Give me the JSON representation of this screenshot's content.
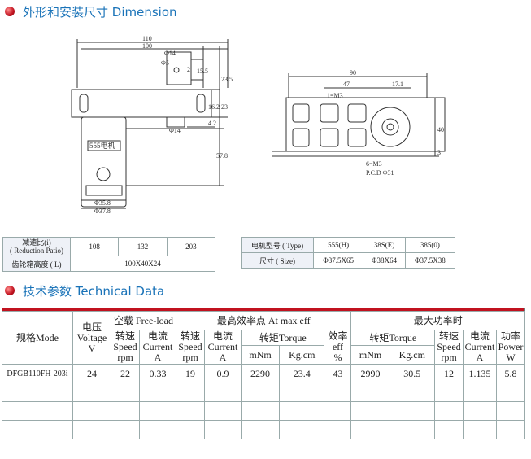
{
  "sections": {
    "dimension_title": "外形和安装尺寸 Dimension",
    "tech_title": "技术参数 Technical Data"
  },
  "left_drawing": {
    "dims": {
      "d110": "110",
      "d100": "100",
      "d14": "Φ14",
      "d5": "Φ5",
      "d2": "2",
      "d15_5": "15.5",
      "d23_5": "23.5",
      "d16_2": "16.2",
      "d23": "23",
      "d14b": "Φ14",
      "d4_2": "4.2",
      "d57_8": "57.8",
      "d35_8": "Φ35.8",
      "d37_8": "Φ37.8"
    },
    "motor_label": "555电机"
  },
  "right_drawing": {
    "dims": {
      "d90": "90",
      "d47": "47",
      "d17_1": "17.1",
      "m3_top": "1=M3",
      "d40": "40",
      "d3": "3",
      "m3_bottom": "6=M3",
      "pcd": "P.C.D Φ31"
    }
  },
  "ratio_table": {
    "row1_label": "减速比(i)",
    "row1_sub": "( Reduction Patio)",
    "values": [
      "108",
      "132",
      "203"
    ],
    "row2_label": "齿轮箱高度 ( L)",
    "row2_value": "100X40X24"
  },
  "motor_table": {
    "row1_label": "电机型号 ( Type)",
    "types": [
      "555(H)",
      "38S(E)",
      "385(0)"
    ],
    "row2_label": "尺寸 ( Size)",
    "sizes": [
      "Φ37.5X65",
      "Φ38X64",
      "Φ37.5X38"
    ]
  },
  "tech_table": {
    "model_header": "规格Mode",
    "voltage": [
      "电压",
      "Voltage",
      "V"
    ],
    "free_load": "空载 Free-load",
    "max_eff": "最高效率点 At max eff",
    "max_power": "最大功率时",
    "speed": [
      "转速",
      "Speed",
      "rpm"
    ],
    "current": [
      "电流",
      "Current",
      "A"
    ],
    "torque": "转矩Torque",
    "efficiency": [
      "效率",
      "eff",
      "%"
    ],
    "power": [
      "功率",
      "Power",
      "W"
    ],
    "mnm": "mNm",
    "kgcm": "Kg.cm",
    "row": {
      "model": "DFGB110FH-203i",
      "voltage": "24",
      "free_speed": "22",
      "free_current": "0.33",
      "eff_speed": "19",
      "eff_current": "0.9",
      "eff_mnm": "2290",
      "eff_kgcm": "23.4",
      "eff": "43",
      "pow_mnm": "2990",
      "pow_kgcm": "30.5",
      "pow_speed": "12",
      "pow_current": "1.135",
      "power": "5.8"
    }
  }
}
